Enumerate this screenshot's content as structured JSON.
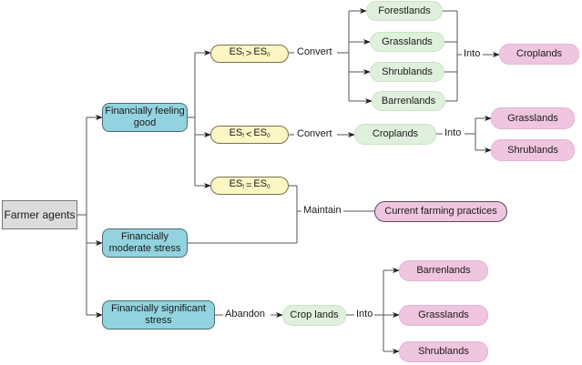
{
  "colors": {
    "root_fill": "#dcdcdc",
    "state_fill": "#92d3df",
    "condition_fill": "#fbf6c4",
    "source_land_fill": "#dff0dc",
    "target_land_fill": "#efc5df",
    "line": "#555555"
  },
  "root": {
    "label": "Farmer agents"
  },
  "states": [
    {
      "label": "Financially feeling good"
    },
    {
      "label": "Financially moderate stress"
    },
    {
      "label": "Financially significant stress"
    }
  ],
  "conditions": [
    {
      "lhs": "ES",
      "lhs_sub": "f",
      "op": ">",
      "rhs": "ES",
      "rhs_sub": "0"
    },
    {
      "lhs": "ES",
      "lhs_sub": "f",
      "op": "<",
      "rhs": "ES",
      "rhs_sub": "0"
    },
    {
      "lhs": "ES",
      "lhs_sub": "f",
      "op": "=",
      "rhs": "ES",
      "rhs_sub": "0"
    }
  ],
  "actions": {
    "convert": "Convert",
    "into": "Into",
    "maintain": "Maintain",
    "abandon": "Abandon"
  },
  "branch1": {
    "sources": [
      "Forestlands",
      "Grasslands",
      "Shrublands",
      "Barrenlands"
    ],
    "target": "Croplands"
  },
  "branch2": {
    "source": "Croplands",
    "targets": [
      "Grasslands",
      "Shrublands"
    ]
  },
  "branch3": {
    "target": "Current farming practices"
  },
  "branch4": {
    "source": "Crop lands",
    "targets": [
      "Barrenlands",
      "Grasslands",
      "Shrublands"
    ]
  }
}
